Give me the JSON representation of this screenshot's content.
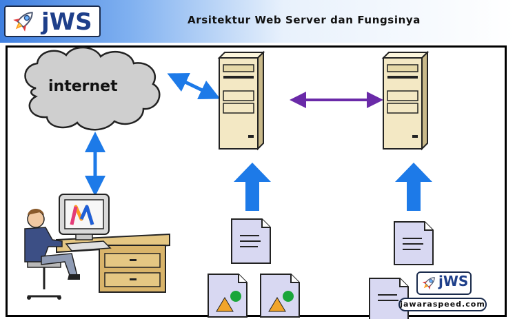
{
  "header": {
    "logo_text": "jWS",
    "title": "Arsitektur Web Server dan Fungsinya"
  },
  "diagram": {
    "cloud_label": "internet",
    "icons": [
      "rocket-icon",
      "cloud-icon",
      "server-icon",
      "document-icon",
      "image-file-icon",
      "user-at-computer-icon"
    ],
    "colors": {
      "blue_arrow": "#1d7ae8",
      "purple_arrow": "#6a2aa8",
      "server_body": "#f3e8c4",
      "cloud_fill": "#cfcfcf",
      "document_fill": "#d8d8f2"
    }
  },
  "watermark": {
    "logo_text": "jWS",
    "url": "jawaraspeed.com"
  }
}
